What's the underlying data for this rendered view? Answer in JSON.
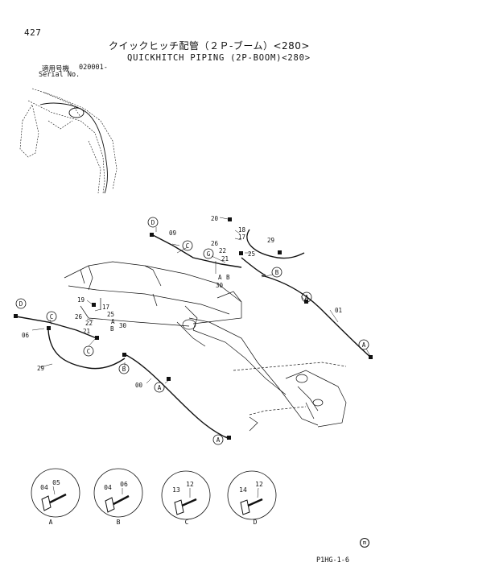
{
  "header": {
    "page_number": "427",
    "title_ja": "クイックヒッチ配管（２Ｐ-ブーム）<280>",
    "title_en": "QUICKHITCH PIPING (2P-BOOM)<280>",
    "serial_label_ja": "適用号機",
    "serial_value": "020001-",
    "serial_label_en": "Serial No."
  },
  "footer": {
    "page_code": "P1HG-1-6",
    "ref_mark": "m"
  },
  "callouts": {
    "p20": "20",
    "p18": "18",
    "p17_top": "17",
    "p26_top": "26",
    "p22_top": "22",
    "p21_top": "21",
    "p25_top": "25",
    "p30_top": "30",
    "p29_top": "29",
    "p09": "09",
    "p01": "01",
    "p19": "19",
    "p17_left": "17",
    "p25_left": "25",
    "p26_left": "26",
    "p22_left": "22",
    "p30_left": "30",
    "p21_left": "21",
    "p06": "06",
    "p29_left": "29",
    "p00": "00",
    "ab_top_a": "A",
    "ab_top_b": "B",
    "ab_left_a": "A",
    "ab_left_b": "B"
  },
  "circle_labels": {
    "d_top": "D",
    "c_top": "C",
    "g_top": "G",
    "b_top": "B",
    "a_right_upper": "A",
    "a_right": "A",
    "d_left": "D",
    "c_left": "C",
    "c_left_lower": "C",
    "b_mid": "B",
    "a_mid": "A",
    "a_bottom": "A"
  },
  "details": [
    {
      "letter": "A",
      "part_a": "04",
      "part_b": "05"
    },
    {
      "letter": "B",
      "part_a": "04",
      "part_b": "06"
    },
    {
      "letter": "C",
      "part_a": "13",
      "part_b": "12"
    },
    {
      "letter": "D",
      "part_a": "14",
      "part_b": "12"
    }
  ]
}
